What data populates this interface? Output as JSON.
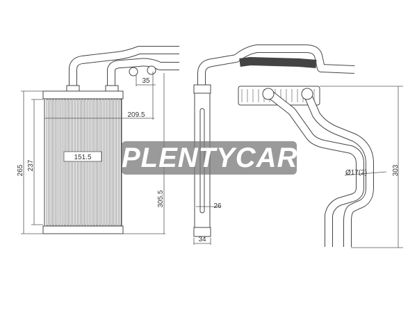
{
  "watermark": "PLENTYCAR",
  "dimensions": {
    "overall_height": "265",
    "core_height": "237",
    "core_width": "151.5",
    "pipe_reach": "209.5",
    "pipe_spacing": "35",
    "pipe_height": "305.5",
    "core_depth": "26",
    "tank_depth": "34",
    "pipe_diameter": "Ø17(2)",
    "total_length": "303"
  }
}
